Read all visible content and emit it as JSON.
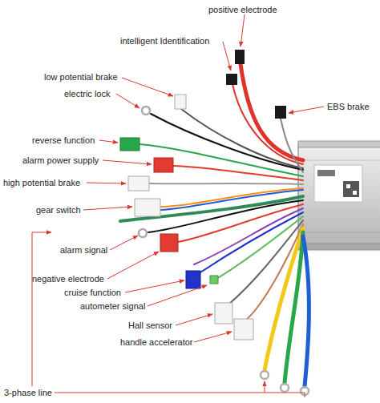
{
  "diagram": {
    "labels": [
      "positive electrode",
      "intelligent Identification",
      "low potential brake",
      "electric lock",
      "EBS brake",
      "reverse function",
      "alarm power supply",
      "high potential brake",
      "gear switch",
      "alarm signal",
      "negative electrode",
      "cruise function",
      "autometer signal",
      "Hall sensor",
      "handle accelerator",
      "3-phase line"
    ]
  }
}
